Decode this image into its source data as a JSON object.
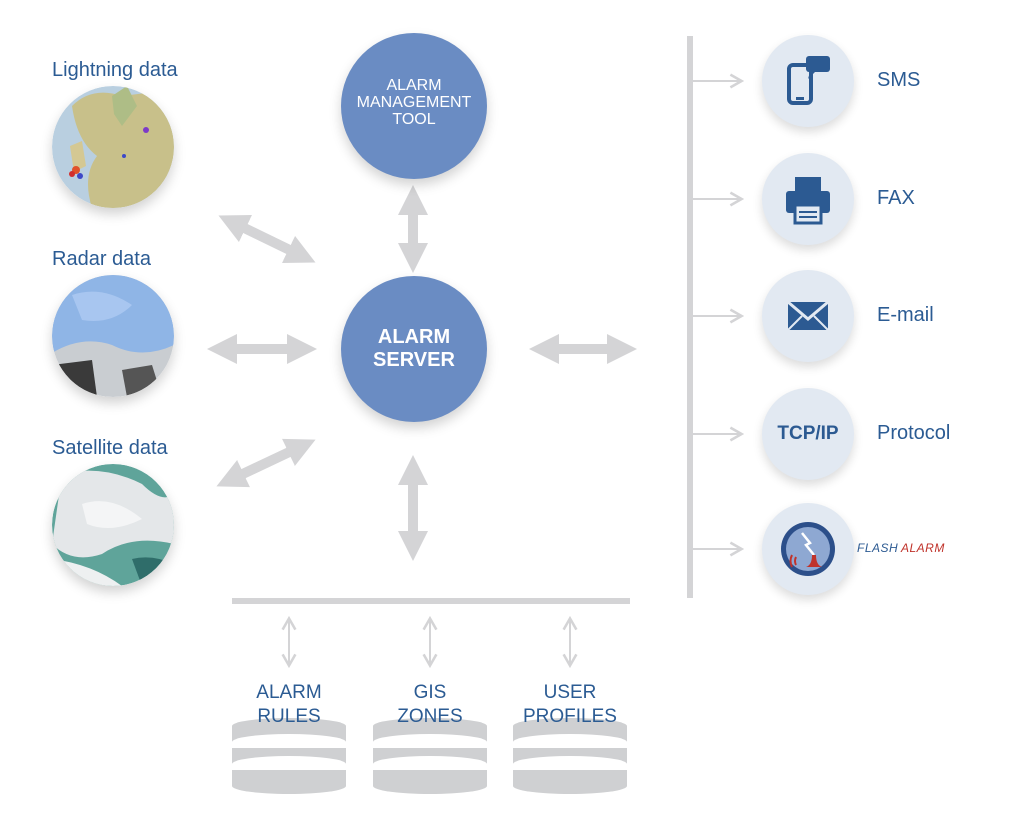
{
  "sources": [
    {
      "id": "lightning",
      "label": "Lightning data"
    },
    {
      "id": "radar",
      "label": "Radar data"
    },
    {
      "id": "satellite",
      "label": "Satellite data"
    }
  ],
  "management_tool": {
    "line1": "ALARM",
    "line2": "MANAGEMENT",
    "line3": "TOOL"
  },
  "server": {
    "line1": "ALARM",
    "line2": "SERVER"
  },
  "outputs": [
    {
      "id": "sms",
      "label": "SMS",
      "icon": "phone-message-icon"
    },
    {
      "id": "fax",
      "label": "FAX",
      "icon": "printer-icon"
    },
    {
      "id": "email",
      "label": "E-mail",
      "icon": "envelope-icon"
    },
    {
      "id": "tcpip",
      "icon_text": "TCP/IP",
      "label": "Protocol"
    },
    {
      "id": "flashalarm",
      "icon": "flashalarm-logo-icon",
      "logo_text_1": "FLASH",
      "logo_text_2": "ALARM"
    }
  ],
  "databases": [
    {
      "id": "rules",
      "line1": "ALARM",
      "line2": "RULES"
    },
    {
      "id": "zones",
      "line1": "GIS",
      "line2": "ZONES"
    },
    {
      "id": "profiles",
      "line1": "USER",
      "line2": "PROFILES"
    }
  ],
  "colors": {
    "node_blue": "#6a8cc3",
    "label_blue": "#2b5b93",
    "arrow_gray": "#d4d4d6",
    "db_gray": "#cfd0d2",
    "icon_bg": "#e2e9f2",
    "icon_blue": "#2c5a92",
    "logo_red": "#c0332b"
  }
}
